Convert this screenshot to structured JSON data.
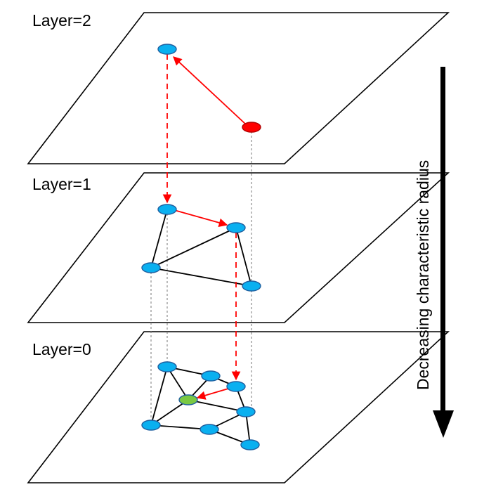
{
  "layers": [
    {
      "label": "Layer=2"
    },
    {
      "label": "Layer=1"
    },
    {
      "label": "Layer=0"
    }
  ],
  "axis": {
    "label": "Decreasing characteristic radius"
  },
  "colors": {
    "node_fill": "#0ab0f0",
    "node_stroke": "#1f5f9f",
    "entry_node": "#ff0000",
    "target_node": "#7ac943",
    "search_path": "#ff0000",
    "edge": "#000000",
    "projection": "#777777"
  },
  "legend_semantics": {
    "entry_point": "red node on top layer",
    "result": "green node on bottom layer"
  }
}
